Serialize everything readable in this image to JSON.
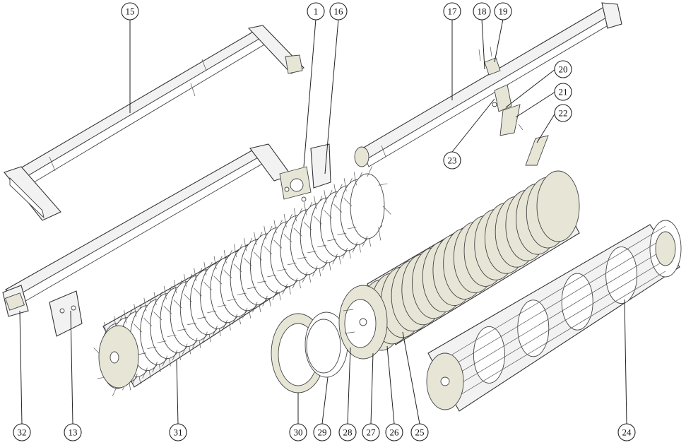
{
  "callouts": [
    {
      "id": "c15",
      "label": "15"
    },
    {
      "id": "c1",
      "label": "1"
    },
    {
      "id": "c16",
      "label": "16"
    },
    {
      "id": "c17",
      "label": "17"
    },
    {
      "id": "c18",
      "label": "18"
    },
    {
      "id": "c19",
      "label": "19"
    },
    {
      "id": "c20",
      "label": "20"
    },
    {
      "id": "c21",
      "label": "21"
    },
    {
      "id": "c22",
      "label": "22"
    },
    {
      "id": "c23",
      "label": "23"
    },
    {
      "id": "c32",
      "label": "32"
    },
    {
      "id": "c13",
      "label": "13"
    },
    {
      "id": "c31",
      "label": "31"
    },
    {
      "id": "c30",
      "label": "30"
    },
    {
      "id": "c29",
      "label": "29"
    },
    {
      "id": "c28",
      "label": "28"
    },
    {
      "id": "c27",
      "label": "27"
    },
    {
      "id": "c26",
      "label": "26"
    },
    {
      "id": "c25",
      "label": "25"
    },
    {
      "id": "c24",
      "label": "24"
    }
  ]
}
